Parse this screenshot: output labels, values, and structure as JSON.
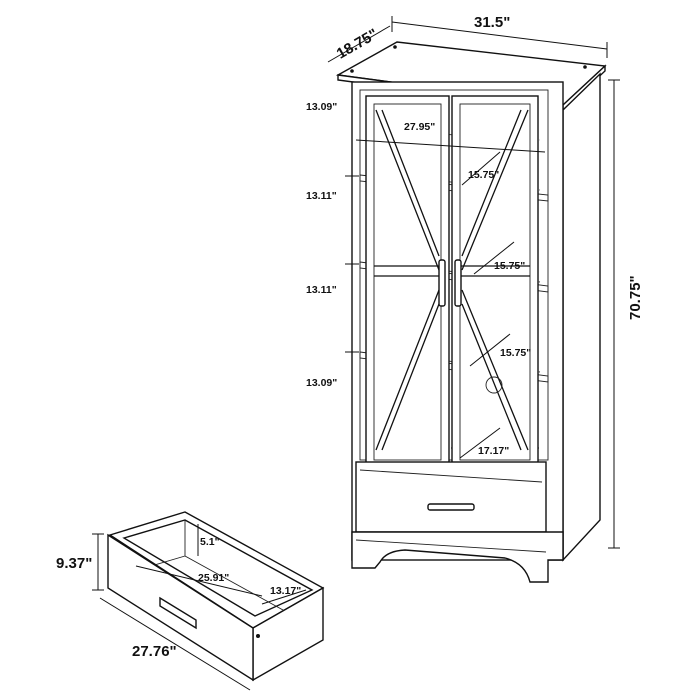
{
  "cabinet": {
    "width": "31.5\"",
    "depth": "18.75\"",
    "height": "70.75\"",
    "inner_width": "27.95\"",
    "shelf_gaps": [
      "13.09\"",
      "13.11\"",
      "13.11\"",
      "13.09\""
    ],
    "shelf_depths": [
      "15.75\"",
      "15.75\"",
      "15.75\""
    ],
    "bottom_depth": "17.17\""
  },
  "drawer": {
    "height": "9.37\"",
    "width": "27.76\"",
    "inner_height": "5.1\"",
    "inner_width": "25.91\"",
    "inner_depth": "13.17\""
  }
}
